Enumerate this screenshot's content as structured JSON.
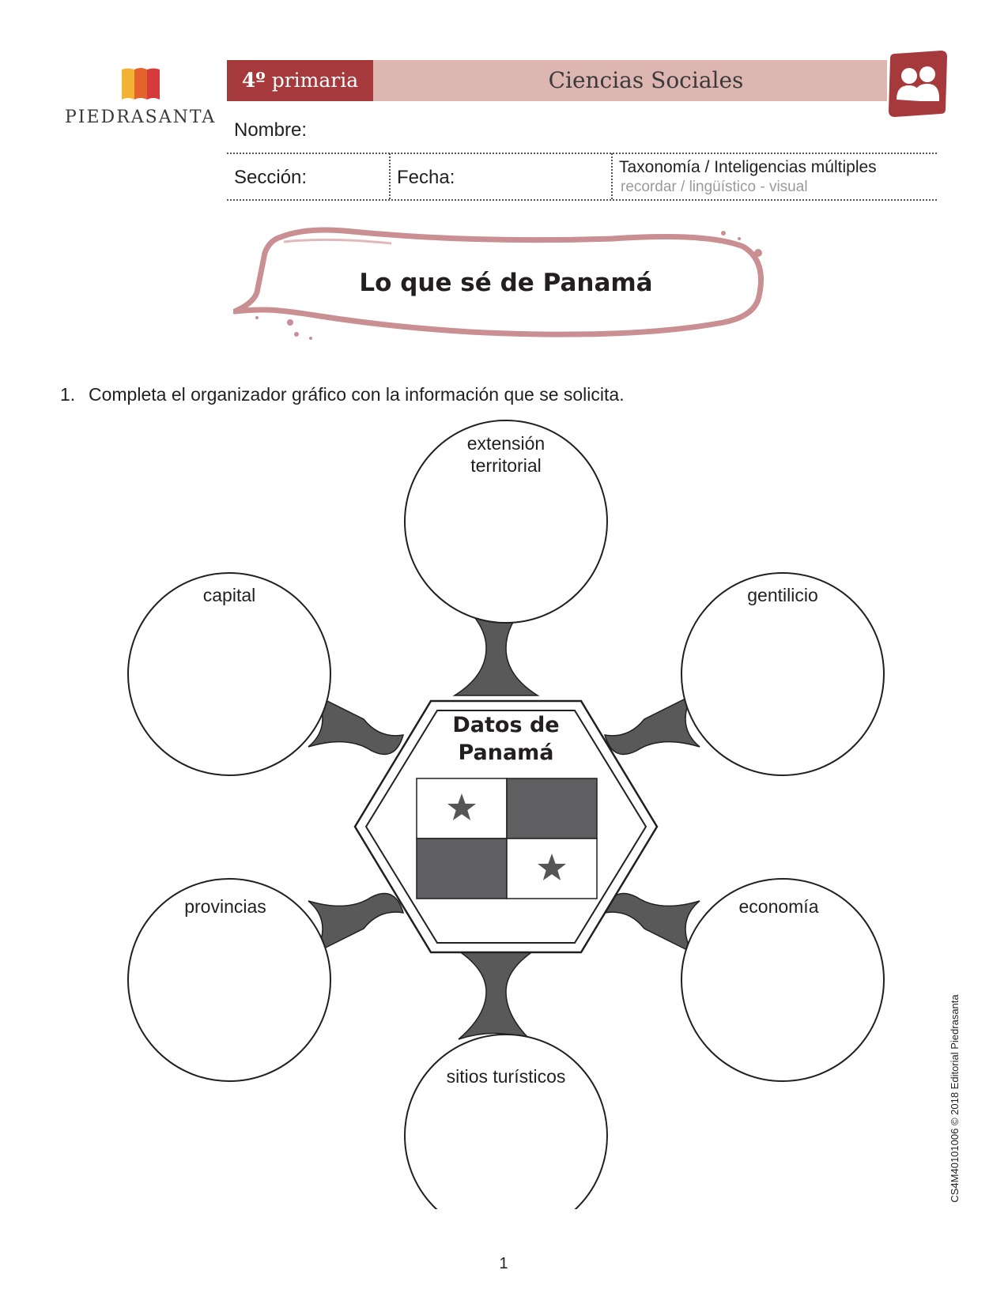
{
  "brand": {
    "name": "PIEDRASANTA",
    "logo_colors": [
      "#f2b233",
      "#e3632b",
      "#d63a3a"
    ]
  },
  "header": {
    "grade_number": "4º",
    "grade_text": "primaria",
    "subject": "Ciencias Sociales",
    "icon": "users-icon",
    "accent_color": "#a6393b",
    "bar_color": "#ddb6b1"
  },
  "form": {
    "name_label": "Nombre:",
    "section_label": "Sección:",
    "date_label": "Fecha:",
    "taxonomy_title": "Taxonomía / Inteligencias múltiples",
    "taxonomy_detail": "recordar / lingüístico - visual"
  },
  "title": "Lo que sé de Panamá",
  "instruction": {
    "number": "1.",
    "text": "Completa el organizador gráfico con la información que se solicita."
  },
  "organizer": {
    "center_title_line1": "Datos de",
    "center_title_line2": "Panamá",
    "nodes": {
      "ext_line1": "extensión",
      "ext_line2": "territorial",
      "capital": "capital",
      "gentilicio": "gentilicio",
      "provincias": "provincias",
      "economia": "economía",
      "sitios": "sitios turísticos"
    },
    "flag_colors": {
      "dark": "#5f5e60",
      "light": "#ffffff",
      "star": "#555555"
    }
  },
  "footer": {
    "page_number": "1",
    "credit": "CS4M40101006   © 2018 Editorial Piedrasanta"
  }
}
